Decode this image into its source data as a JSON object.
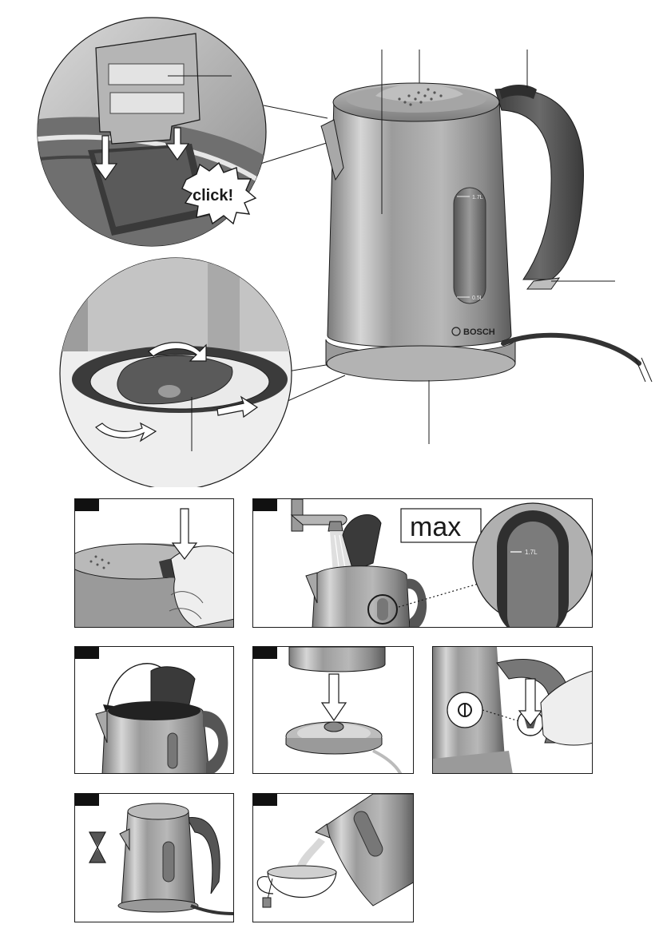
{
  "callouts": {
    "click": "click!",
    "max": "max"
  },
  "kettle": {
    "brand": "BOSCH",
    "scale_max": "1.7L",
    "scale_min": "0.5L"
  },
  "detail": {
    "scale_max": "1.7L"
  },
  "colors": {
    "steel_light": "#c8c8c8",
    "steel_mid": "#9a9a9a",
    "steel_dark": "#5a5a5a",
    "handle": "#4a4a4a",
    "line": "#1a1a1a"
  }
}
